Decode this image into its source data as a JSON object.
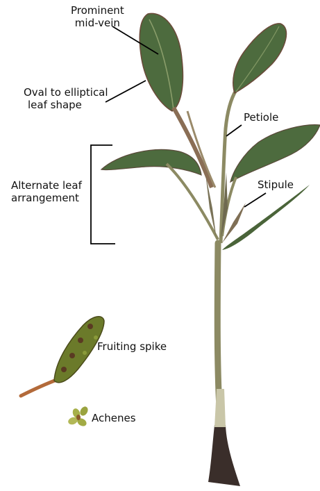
{
  "labels": {
    "mid_vein": [
      "Prominent",
      "mid-vein"
    ],
    "leaf_shape": [
      "Oval to elliptical",
      "leaf shape"
    ],
    "petiole": "Petiole",
    "alternate": [
      "Alternate leaf",
      "arrangement"
    ],
    "stipule": "Stipule",
    "fruiting_spike": "Fruiting spike",
    "achenes": "Achenes"
  },
  "colors": {
    "leaf": "#4d6b3e",
    "leaf_dark": "#3b5430",
    "leaf_edge": "#6b4a3a",
    "stem": "#8c8a63",
    "stem_base": "#3a2e2a",
    "spike": "#6b7a2a",
    "spike_stalk": "#b36a3a",
    "achene": "#a7b04a",
    "line": "#000000"
  }
}
